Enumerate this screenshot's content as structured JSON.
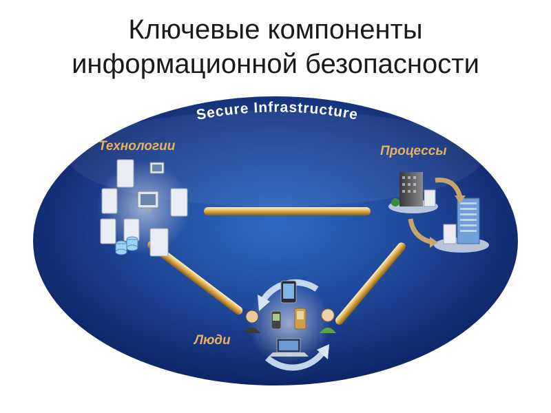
{
  "title": {
    "line1": "Ключевые компоненты",
    "line2": "информационной безопасности"
  },
  "diagram": {
    "top_label": "Secure Infrastructure",
    "nodes": [
      {
        "id": "tech",
        "label": "Технологии",
        "icon": "servers-cluster-icon"
      },
      {
        "id": "proc",
        "label": "Процессы",
        "icon": "buildings-cycle-icon"
      },
      {
        "id": "people",
        "label": "Люди",
        "icon": "people-devices-cycle-icon"
      }
    ],
    "colors": {
      "oval_dark": "#0a1f5c",
      "oval_light": "#2a5fb8",
      "connector": "#d9a94a",
      "label": "#e8b25a"
    }
  }
}
